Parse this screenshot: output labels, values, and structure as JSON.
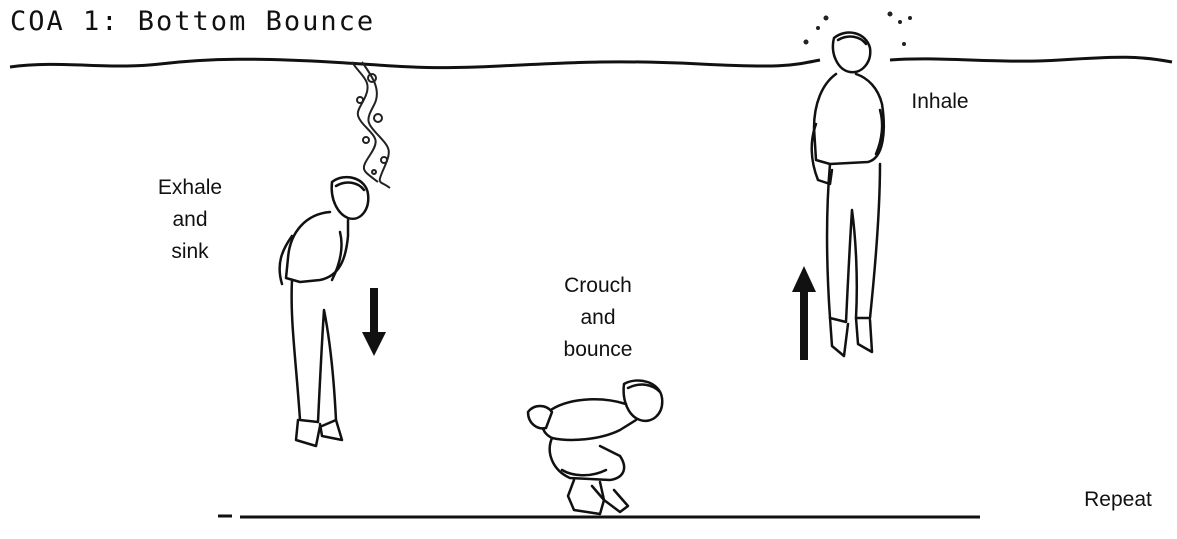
{
  "title": "COA 1: Bottom Bounce",
  "steps": {
    "exhale": {
      "lines": [
        "Exhale",
        "and",
        "sink"
      ]
    },
    "crouch": {
      "lines": [
        "Crouch",
        "and",
        "bounce"
      ]
    },
    "inhale": {
      "lines": [
        "Inhale"
      ]
    },
    "repeat": {
      "lines": [
        "Repeat"
      ]
    }
  },
  "colors": {
    "ink": "#111111",
    "background": "#ffffff"
  },
  "icons": {
    "down_arrow": "down-arrow-icon",
    "up_arrow": "up-arrow-icon"
  }
}
